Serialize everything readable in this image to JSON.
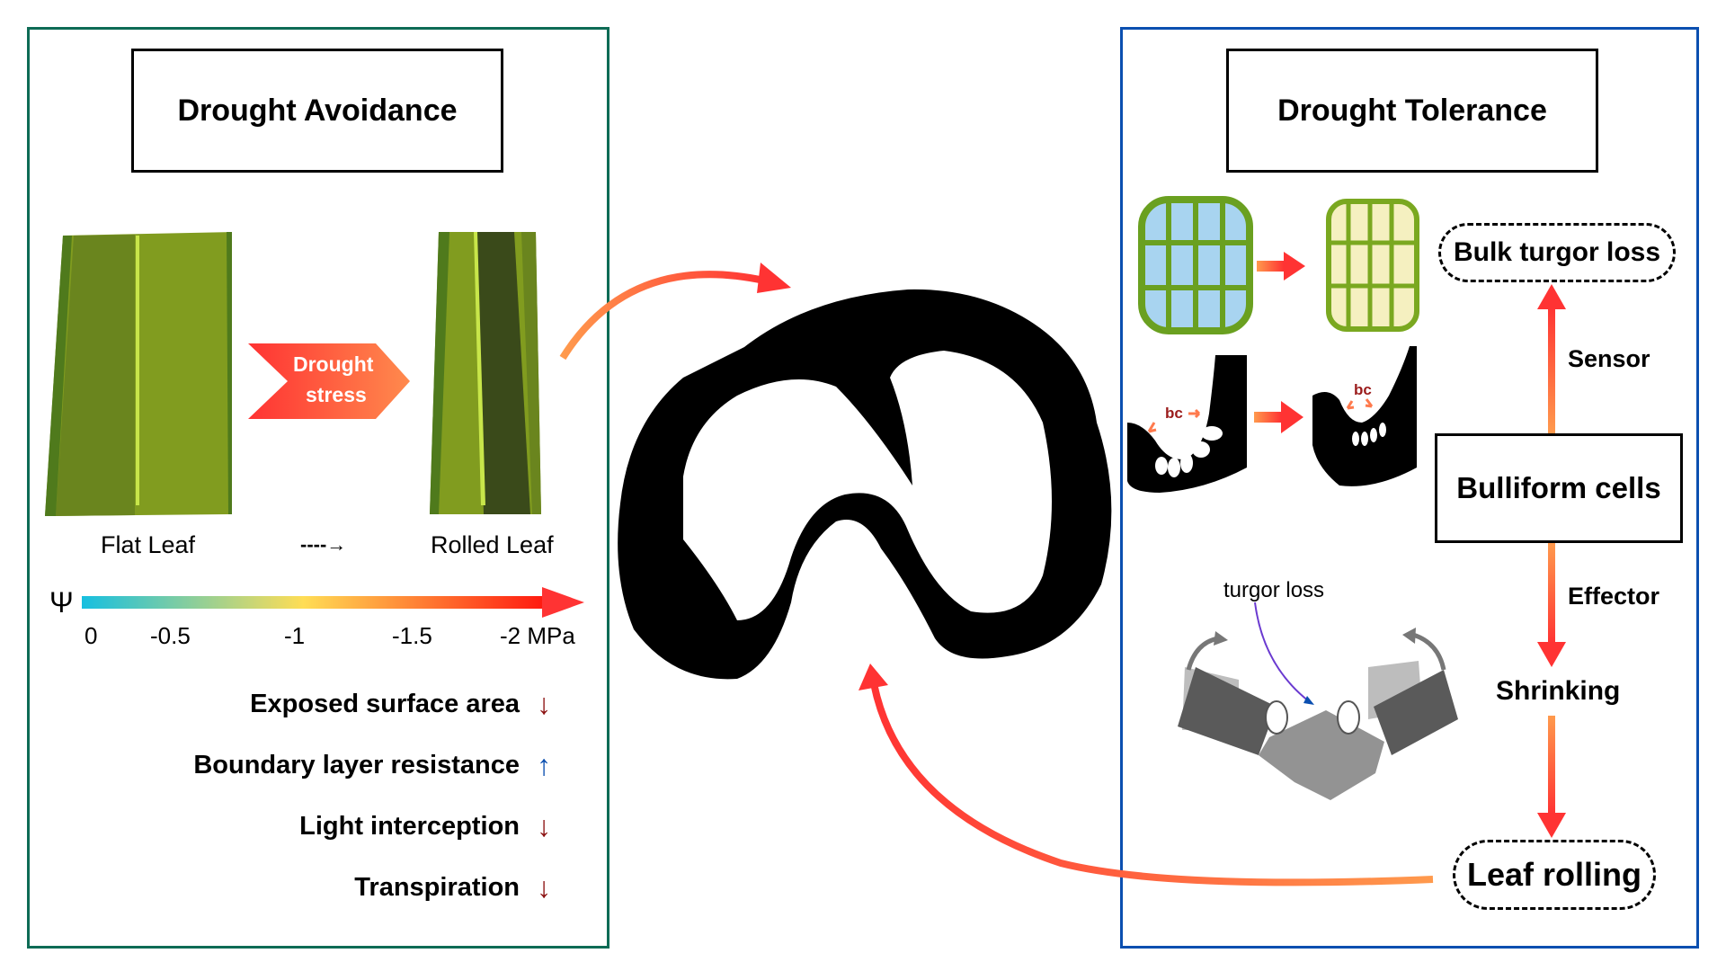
{
  "colors": {
    "avoidance_border": "#0e6b55",
    "tolerance_border": "#0b4fb0",
    "arrow_start": "#ff9a4d",
    "arrow_end": "#ff3333",
    "decrease_arrow": "#8b1010",
    "increase_arrow": "#0b4fb0",
    "bc_label": "#9b1c1c",
    "leaf_light": "#819c1f",
    "leaf_dark": "#6a851e",
    "leaf_vein": "#c8e64a",
    "leaf_rolled_dark": "#3a4a1a"
  },
  "avoidance": {
    "title": "Drought Avoidance",
    "flat_leaf_label": "Flat Leaf",
    "rolled_leaf_label": "Rolled Leaf",
    "transition_arrow": "----→",
    "stress_label_line1": "Drought",
    "stress_label_line2": "stress",
    "psi_symbol": "Ψ",
    "psi_scale": {
      "ticks": [
        "0",
        "-0.5",
        "-1",
        "-1.5",
        "-2 MPa"
      ],
      "gradient": [
        "#17bfe0",
        "#ffdd55",
        "#ff1a10"
      ]
    },
    "effects": [
      {
        "label": "Exposed surface area",
        "direction": "down",
        "icon": "arrow-down-icon",
        "glyph": "↓"
      },
      {
        "label": "Boundary layer resistance",
        "direction": "up",
        "icon": "arrow-up-icon",
        "glyph": "↑"
      },
      {
        "label": "Light interception",
        "direction": "down",
        "icon": "arrow-down-icon",
        "glyph": "↓"
      },
      {
        "label": "Transpiration",
        "direction": "down",
        "icon": "arrow-down-icon",
        "glyph": "↓"
      }
    ]
  },
  "tolerance": {
    "title": "Drought Tolerance",
    "bc_label": "bc",
    "bulk_turgor_loss": "Bulk turgor loss",
    "sensor": "Sensor",
    "bulliform_cells": "Bulliform cells",
    "effector": "Effector",
    "shrinking": "Shrinking",
    "leaf_rolling": "Leaf rolling",
    "turgor_loss": "turgor loss"
  }
}
